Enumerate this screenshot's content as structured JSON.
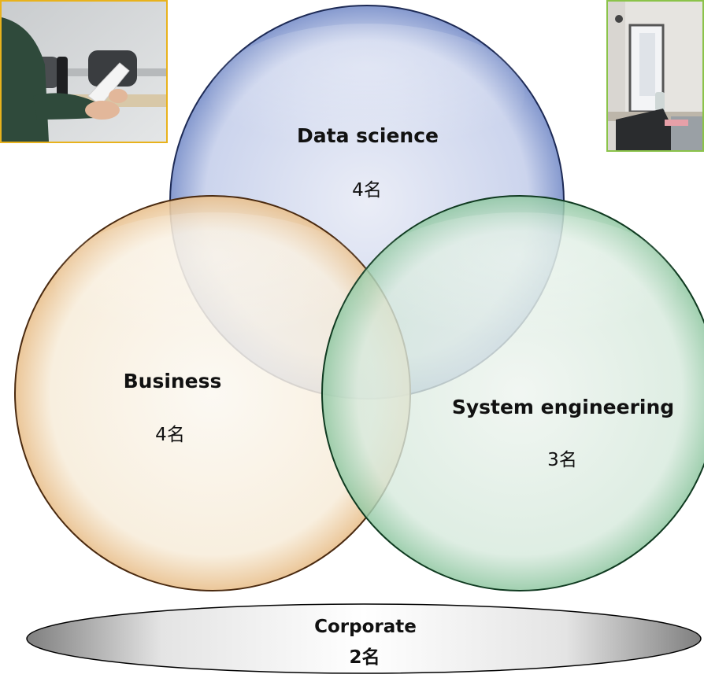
{
  "diagram": {
    "type": "venn",
    "sets": [
      {
        "id": "data-science",
        "label": "Data science",
        "count": "4名",
        "color": "#3f5fae"
      },
      {
        "id": "business",
        "label": "Business",
        "count": "4名",
        "color": "#e3a35a"
      },
      {
        "id": "system-engineering",
        "label": "System engineering",
        "count": "3名",
        "color": "#3f9a5f"
      }
    ],
    "base": {
      "label": "Corporate",
      "count": "2名"
    }
  },
  "photos": {
    "left": {
      "description_icon": "office-photo-person-at-desk",
      "border_color": "#e8b21c"
    },
    "right": {
      "description_icon": "office-photo-desk-monitor",
      "border_color": "#8bc34a"
    }
  }
}
